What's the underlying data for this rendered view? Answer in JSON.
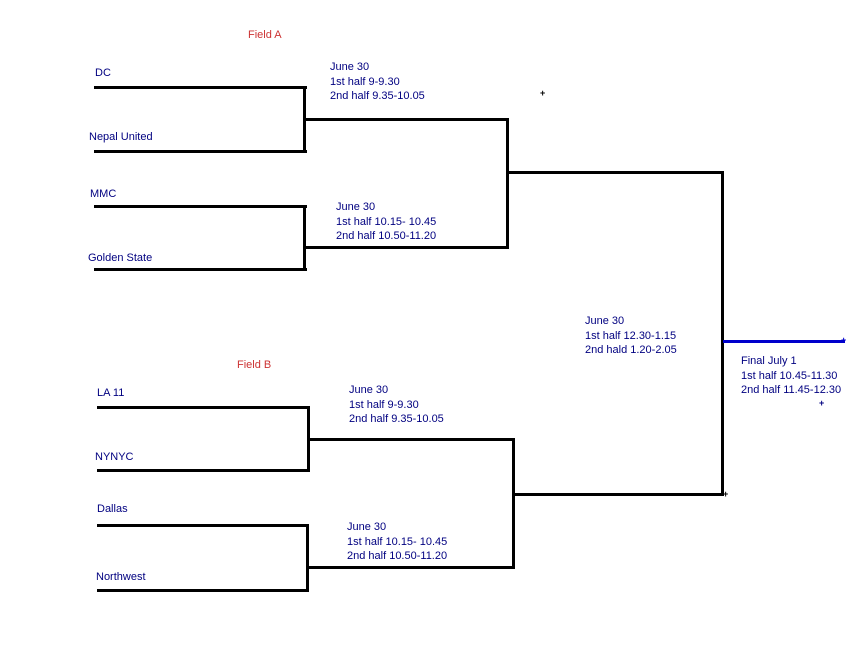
{
  "fields": {
    "field_a": {
      "label": "Field A",
      "match_1": {
        "team_top": "DC",
        "team_bottom": "Nepal United",
        "schedule": [
          "June 30",
          "1st half 9-9.30",
          "2nd half 9.35-10.05"
        ]
      },
      "match_2": {
        "team_top": "MMC",
        "team_bottom": "Golden State",
        "schedule": [
          "June 30",
          "1st half 10.15- 10.45",
          "2nd half 10.50-11.20"
        ]
      }
    },
    "field_b": {
      "label": "Field B",
      "match_1": {
        "team_top": "LA 11",
        "team_bottom": "NYNYC",
        "schedule": [
          "June 30",
          "1st half 9-9.30",
          "2nd half 9.35-10.05"
        ]
      },
      "match_2": {
        "team_top": "Dallas",
        "team_bottom": "Northwest",
        "schedule": [
          "June 30",
          "1st half 10.15- 10.45",
          "2nd half 10.50-11.20"
        ]
      }
    }
  },
  "semifinal": {
    "schedule": [
      "June 30",
      "1st half 12.30-1.15",
      "2nd hald 1.20-2.05"
    ]
  },
  "final": {
    "schedule": [
      "Final July 1",
      "1st half 10.45-11.30",
      "2nd half 11.45-12.30"
    ]
  },
  "cursor_marks": {
    "mark": "+"
  },
  "colors": {
    "team_text": "#000080",
    "field_label": "#cc3333",
    "bracket_line": "#000000",
    "final_line": "#0000cc",
    "background": "#ffffff"
  }
}
